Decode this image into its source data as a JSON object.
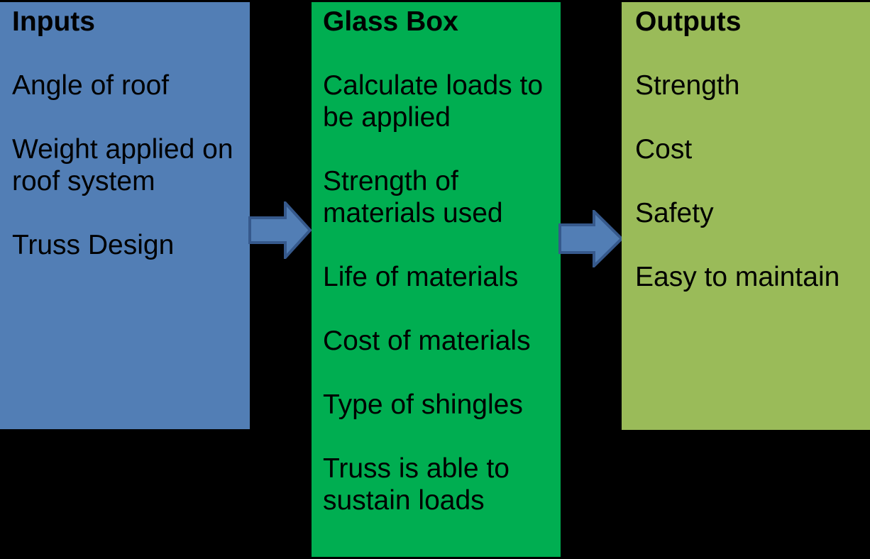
{
  "diagram": {
    "background_color": "#000000",
    "text_color": "#000000",
    "boxes": [
      {
        "id": "inputs",
        "title": "Inputs",
        "color": "#527EB5",
        "items": [
          "Angle of roof",
          "Weight applied on\nroof system",
          "Truss Design"
        ]
      },
      {
        "id": "glass-box",
        "title": "Glass Box",
        "color": "#00AE51",
        "items": [
          "Calculate loads to\nbe applied",
          "Strength of\nmaterials used",
          "Life of materials",
          "Cost of materials",
          "Type of shingles",
          "Truss is able to\nsustain loads"
        ]
      },
      {
        "id": "outputs",
        "title": "Outputs",
        "color": "#9ABB59",
        "items": [
          "Strength",
          "Cost",
          "Safety",
          "Easy to maintain"
        ]
      }
    ],
    "arrows": {
      "fill": "#527EB5",
      "stroke": "#36598C"
    }
  }
}
